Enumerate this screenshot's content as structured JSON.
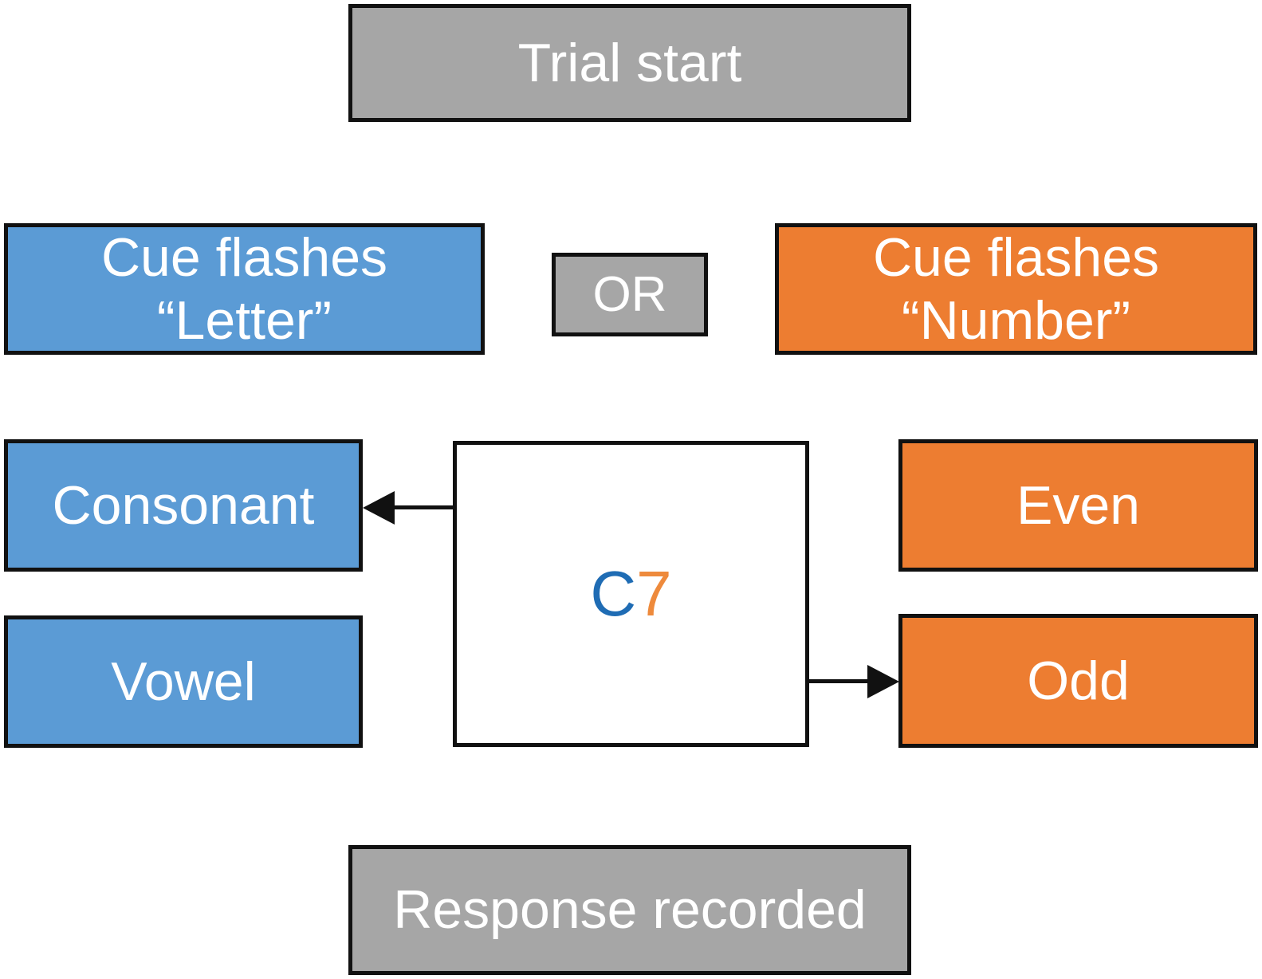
{
  "colors": {
    "blue": "#5B9BD5",
    "orange": "#ED7D31",
    "gray": "#A6A6A6",
    "border": "#111111",
    "text": "#FFFFFF",
    "stimulus_letter": "#1F6CB4",
    "stimulus_number": "#EE8A3C"
  },
  "nodes": {
    "trial_start": {
      "label": "Trial start"
    },
    "cue_letter": {
      "line1": "Cue flashes",
      "line2": "“Letter”"
    },
    "or": {
      "label": "OR"
    },
    "cue_number": {
      "line1": "Cue flashes",
      "line2": "“Number”"
    },
    "consonant": {
      "label": "Consonant"
    },
    "vowel": {
      "label": "Vowel"
    },
    "stimulus": {
      "letter": "C",
      "number": "7"
    },
    "even": {
      "label": "Even"
    },
    "odd": {
      "label": "Odd"
    },
    "response": {
      "label": "Response recorded"
    }
  }
}
